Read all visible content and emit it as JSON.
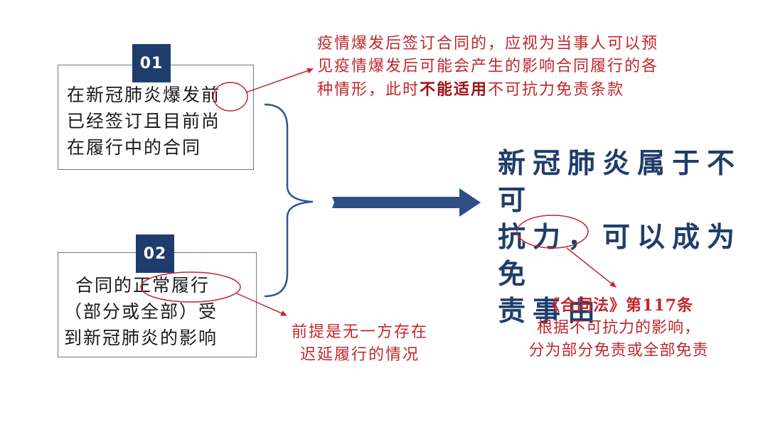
{
  "box1": {
    "badge": "01",
    "lines": [
      "在新冠肺炎爆发前",
      "已经签订且目前尚",
      "在履行中的合同"
    ]
  },
  "box2": {
    "badge": "02",
    "lines": [
      "合同的正常履行",
      "（部分或全部）受",
      "到新冠肺炎的影响"
    ]
  },
  "note_top": {
    "line1": "疫情爆发后签订合同的，应视为当事人可以预",
    "line2": "见疫情爆发后可能会产生的影响合同履行的各",
    "line3_prefix": "种情形，此时",
    "line3_bold": "不能适用",
    "line3_suffix": "不可抗力免责条款"
  },
  "note_bottom": {
    "lines": [
      "前提是无一方存在",
      "迟延履行的情况"
    ]
  },
  "conclusion": {
    "lines": [
      "新冠肺炎属于不可",
      "抗力，可以成为免",
      "责事由"
    ]
  },
  "law_ref": {
    "title": "《合同法》第117条",
    "lines": [
      "根据不可抗力的影响，",
      "分为部分免责或全部免责"
    ]
  },
  "colors": {
    "navy": "#1f3d6b",
    "red": "#c0272d",
    "bracket": "#2f5597"
  }
}
